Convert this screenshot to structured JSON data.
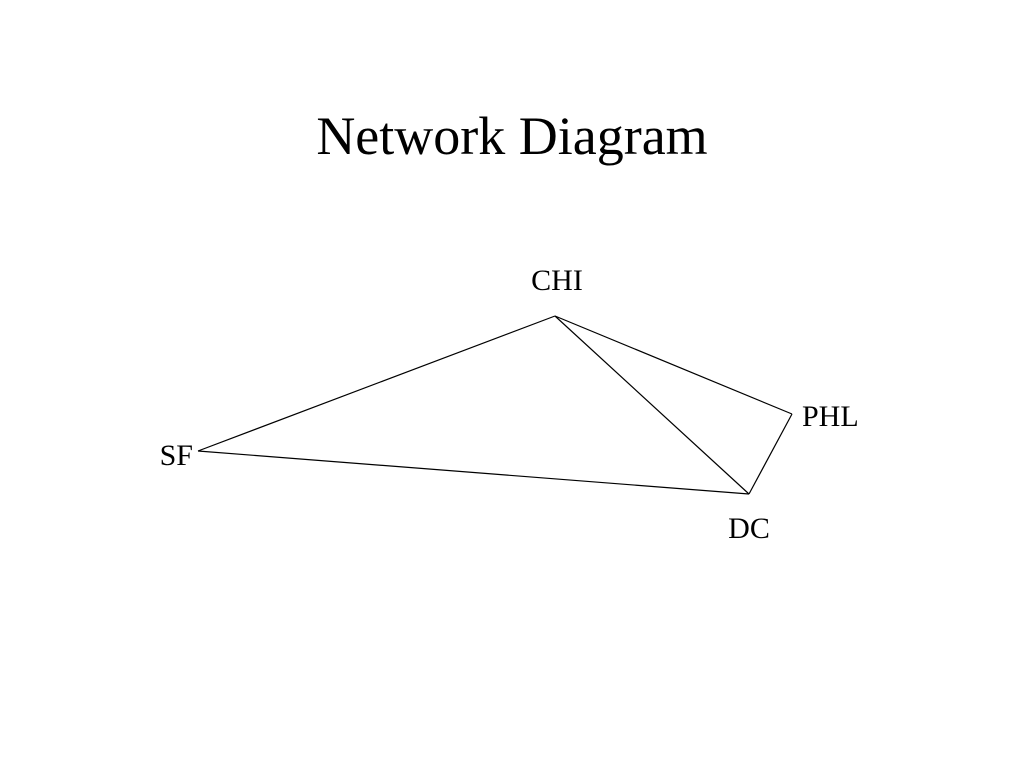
{
  "slide": {
    "title": "Network Diagram"
  },
  "diagram": {
    "nodes": [
      {
        "id": "CHI",
        "label": "CHI"
      },
      {
        "id": "PHL",
        "label": "PHL"
      },
      {
        "id": "SF",
        "label": "SF"
      },
      {
        "id": "DC",
        "label": "DC"
      }
    ],
    "edges": [
      {
        "from": "SF",
        "to": "CHI"
      },
      {
        "from": "SF",
        "to": "DC"
      },
      {
        "from": "CHI",
        "to": "PHL"
      },
      {
        "from": "CHI",
        "to": "DC"
      },
      {
        "from": "PHL",
        "to": "DC"
      }
    ],
    "colors": {
      "line": "#000000",
      "text": "#000000",
      "background": "#ffffff"
    }
  }
}
